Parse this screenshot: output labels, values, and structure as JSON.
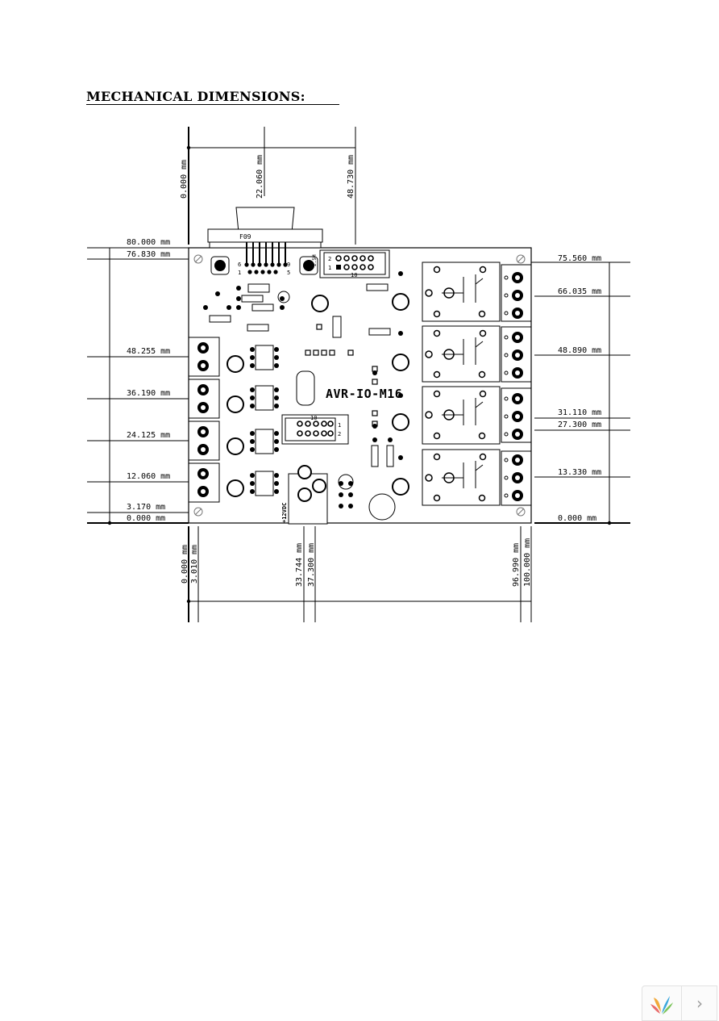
{
  "heading": "MECHANICAL DIMENSIONS:",
  "board": {
    "name": "AVR-IO-M16",
    "connector_label": "F09",
    "power_label": "+12VDC",
    "header_top": {
      "row1": "1",
      "row2": "2",
      "pin10": "10",
      "side": "2.5M"
    },
    "header_mid": {
      "row1": "1",
      "row2": "2",
      "pin10": "10"
    },
    "db9_pins": {
      "p6": "6",
      "p1": "1",
      "p9": "9",
      "p5": "5"
    }
  },
  "dimensions": {
    "top": [
      "0.000 mm",
      "22.060 mm",
      "48.730 mm"
    ],
    "left": [
      "80.000 mm",
      "76.830 mm",
      "48.255 mm",
      "36.190 mm",
      "24.125 mm",
      "12.060 mm",
      "3.170 mm",
      "0.000 mm"
    ],
    "right": [
      "75.560 mm",
      "66.035 mm",
      "48.890 mm",
      "31.110 mm",
      "27.300 mm",
      "13.330 mm",
      "0.000 mm"
    ],
    "bottom": [
      "0.000 mm",
      "3.010 mm",
      "33.744 mm",
      "37.300 mm",
      "96.990 mm",
      "100.000 mm"
    ]
  },
  "nav": {
    "next_glyph": "›",
    "logo_icon": "viewer-logo-icon"
  }
}
